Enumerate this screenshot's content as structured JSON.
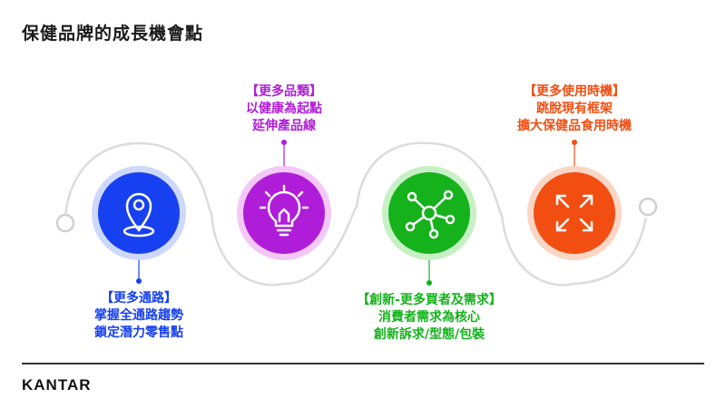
{
  "title": "保健品牌的成長機會點",
  "logo": "KANTAR",
  "nodes": [
    {
      "id": "channels",
      "icon": "location-pin-icon",
      "color": "#1740f0",
      "ring": "#cdd8fa",
      "label": [
        "【更多通路】",
        "掌握全通路趨勢",
        "鎖定潛力零售點"
      ]
    },
    {
      "id": "categories",
      "icon": "lightbulb-icon",
      "color": "#b01dd8",
      "ring": "#f3c8f8",
      "label": [
        "【更多品類】",
        "以健康為起點",
        "延伸產品線"
      ]
    },
    {
      "id": "innovation",
      "icon": "network-icon",
      "color": "#15b21c",
      "ring": "#c8f0c5",
      "label": [
        "【創新-更多買者及需求】",
        "消費者需求為核心",
        "創新訴求/型態/包裝"
      ]
    },
    {
      "id": "occasions",
      "icon": "expand-arrows-icon",
      "color": "#f24e12",
      "ring": "#fbd6c5",
      "label": [
        "【更多使用時機】",
        "跳脫現有框架",
        "擴大保健品食用時機"
      ]
    }
  ]
}
